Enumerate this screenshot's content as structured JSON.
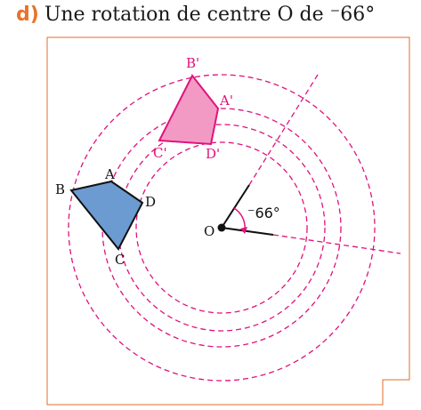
{
  "exercise": {
    "letter": "d)",
    "title": "Une rotation de centre O de ⁻66°"
  },
  "figure": {
    "center_label": "O",
    "angle_label": "⁻66°",
    "original_points": [
      "A",
      "B",
      "C",
      "D"
    ],
    "image_points": [
      "A'",
      "B'",
      "C'",
      "D'"
    ],
    "colors": {
      "original_fill": "#6b9bd1",
      "image_fill": "#f39ac4",
      "image_stroke": "#e0127d",
      "construction": "#e0127d",
      "frame": "#e06c2a",
      "accent": "#e8732a"
    }
  }
}
